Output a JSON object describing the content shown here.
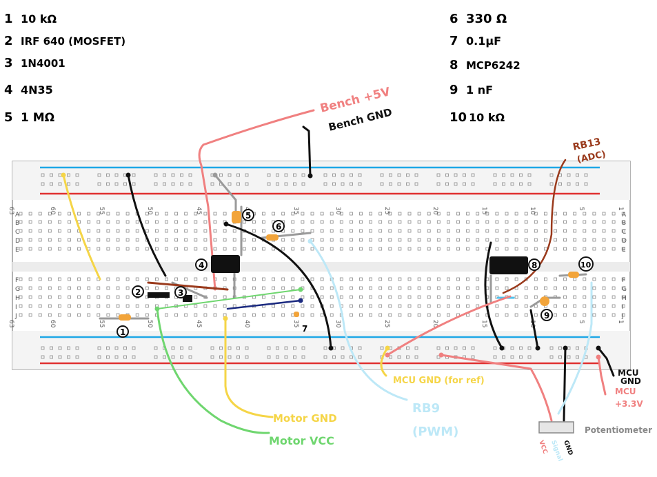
{
  "parts_list": [
    {
      "num": "1",
      "name": "10 kΩ"
    },
    {
      "num": "2",
      "name": "IRF 640 (MOSFET)"
    },
    {
      "num": "3",
      "name": "1N4001"
    },
    {
      "num": "4",
      "name": "4N35"
    },
    {
      "num": "5",
      "name": "1 MΩ"
    },
    {
      "num": "6",
      "name": "330 Ω"
    },
    {
      "num": "7",
      "name": "0.1µF"
    },
    {
      "num": "8",
      "name": "MCP6242"
    },
    {
      "num": "9",
      "name": "1 nF"
    },
    {
      "num": "10",
      "name": "10 kΩ"
    }
  ],
  "labels": {
    "bench_5v": "Bench +5V",
    "bench_gnd": "Bench GND",
    "rb13": "RB13",
    "adc": "(ADC)",
    "mcu_gnd_1": "MCU",
    "mcu_gnd_2": "GND",
    "mcu_33_1": "MCU",
    "mcu_33_2": "+3.3V",
    "mcu_gnd_ref": "MCU GND (for ref)",
    "rb9": "RB9",
    "pwm": "(PWM)",
    "motor_gnd": "Motor GND",
    "motor_vcc": "Motor VCC",
    "potentiometer": "Potentiometer",
    "pot_vcc": "VCC",
    "pot_signal": "Signal",
    "pot_gnd": "GND"
  },
  "breadboard": {
    "column_numbers": [
      "63",
      "60",
      "55",
      "50",
      "45",
      "40",
      "35",
      "30",
      "25",
      "20",
      "15",
      "10",
      "5",
      "1"
    ],
    "row_letters_top": [
      "A",
      "B",
      "C",
      "D",
      "E"
    ],
    "row_letters_bottom": [
      "F",
      "G",
      "H",
      "I",
      "J"
    ]
  },
  "component_markers": {
    "m1": "1",
    "m2": "2",
    "m3": "3",
    "m4": "4",
    "m5": "5",
    "m6": "6",
    "m7": "7",
    "m8": "8",
    "m9": "9",
    "m10": "10"
  },
  "colors": {
    "rail_blue": "#1ea7e6",
    "rail_red": "#e03030",
    "wire_pink": "#f08080",
    "wire_black": "#111111",
    "wire_yellow": "#f5d547",
    "wire_green": "#6fd66f",
    "wire_lightblue": "#bde8f7",
    "wire_brown": "#9a3a1c",
    "wire_navy": "#1b2a80",
    "wire_gray": "#9a9a9a",
    "resistor": "#f2a43a"
  }
}
